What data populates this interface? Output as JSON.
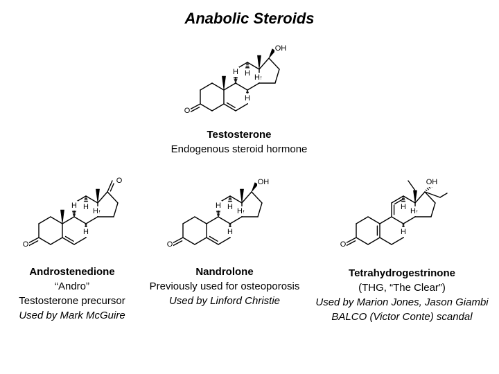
{
  "title": "Anabolic Steroids",
  "atom_labels": {
    "oxygen": "O",
    "hydroxyl": "OH",
    "hydrogen": "H"
  },
  "molecules": [
    {
      "name": "Testosterone",
      "lines": [
        "Endogenous steroid hormone"
      ],
      "italic_lines": []
    },
    {
      "name": "Androstenedione",
      "lines": [
        "“Andro”",
        "Testosterone precursor"
      ],
      "italic_lines": [
        "Used by Mark McGuire"
      ]
    },
    {
      "name": "Nandrolone",
      "lines": [
        "Previously used for osteoporosis"
      ],
      "italic_lines": [
        "Used by Linford Christie"
      ]
    },
    {
      "name": "Tetrahydrogestrinone",
      "lines": [
        "(THG, “The Clear”)"
      ],
      "italic_lines": [
        "Used by Marion Jones, Jason Giambi",
        "BALCO (Victor Conte) scandal"
      ]
    }
  ]
}
